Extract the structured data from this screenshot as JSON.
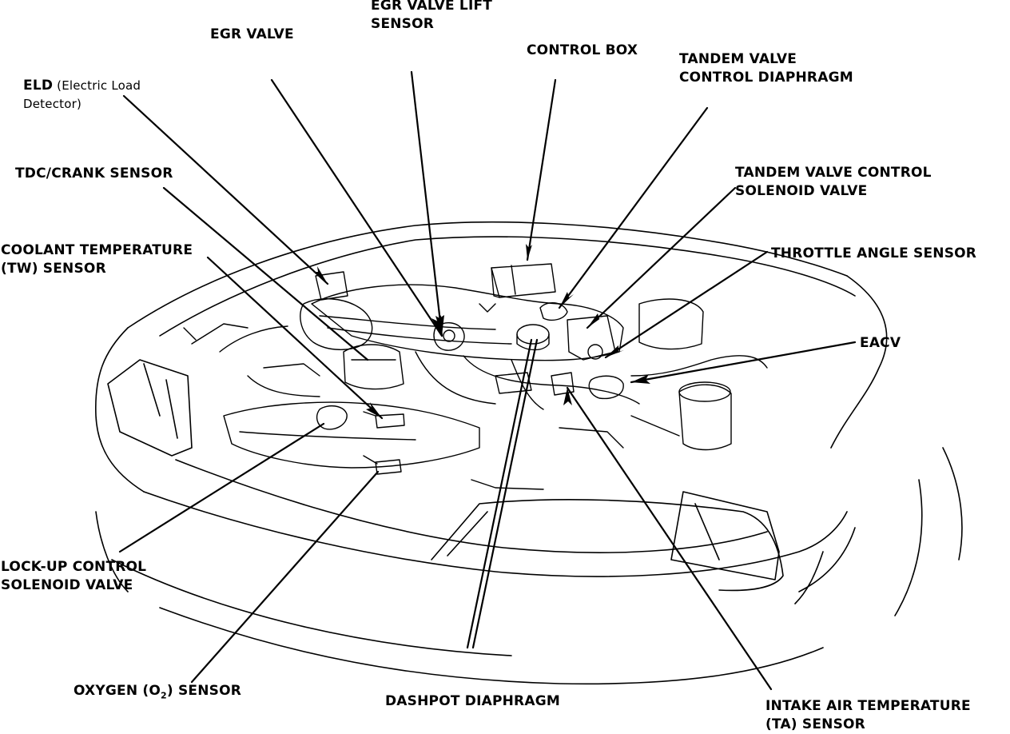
{
  "labels": {
    "egr_valve": "EGR VALVE",
    "egr_lift_1": "EGR VALVE LIFT",
    "egr_lift_2": "SENSOR",
    "control_box": "CONTROL BOX",
    "tandem_diaphragm_1": "TANDEM VALVE",
    "tandem_diaphragm_2": "CONTROL DIAPHRAGM",
    "eld_bold": "ELD",
    "eld_1_rest": " (Electric Load",
    "eld_2": "Detector)",
    "tdc_crank": "TDC/CRANK SENSOR",
    "tandem_solenoid_1": "TANDEM VALVE CONTROL",
    "tandem_solenoid_2": "SOLENOID VALVE",
    "coolant_1": "COOLANT TEMPERATURE",
    "coolant_2": "(TW) SENSOR",
    "throttle_angle": "THROTTLE ANGLE SENSOR",
    "eacv": "EACV",
    "lockup_1": "LOCK-UP CONTROL",
    "lockup_2": "SOLENOID VALVE",
    "oxygen_pre": "OXYGEN (O",
    "oxygen_sub": "2",
    "oxygen_post": ") SENSOR",
    "dashpot": "DASHPOT DIAPHRAGM",
    "intake_1": "INTAKE AIR TEMPERATURE",
    "intake_2": "(TA) SENSOR"
  },
  "colors": {
    "ink": "#000000",
    "paper": "#ffffff"
  }
}
